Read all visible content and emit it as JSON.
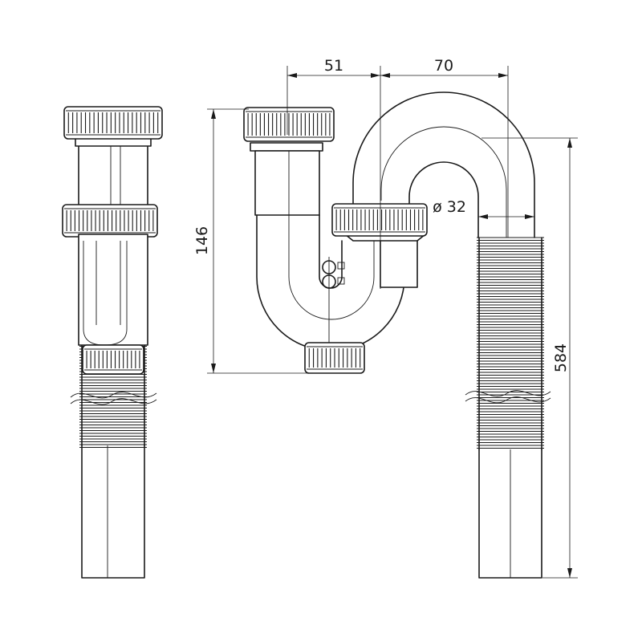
{
  "dimensions": {
    "offset_left": "51",
    "offset_right": "70",
    "inlet_height": "146",
    "total_height": "584",
    "pipe_diameter": "ø 32"
  },
  "colors": {
    "line": "#1a1a1a",
    "background": "#ffffff"
  }
}
